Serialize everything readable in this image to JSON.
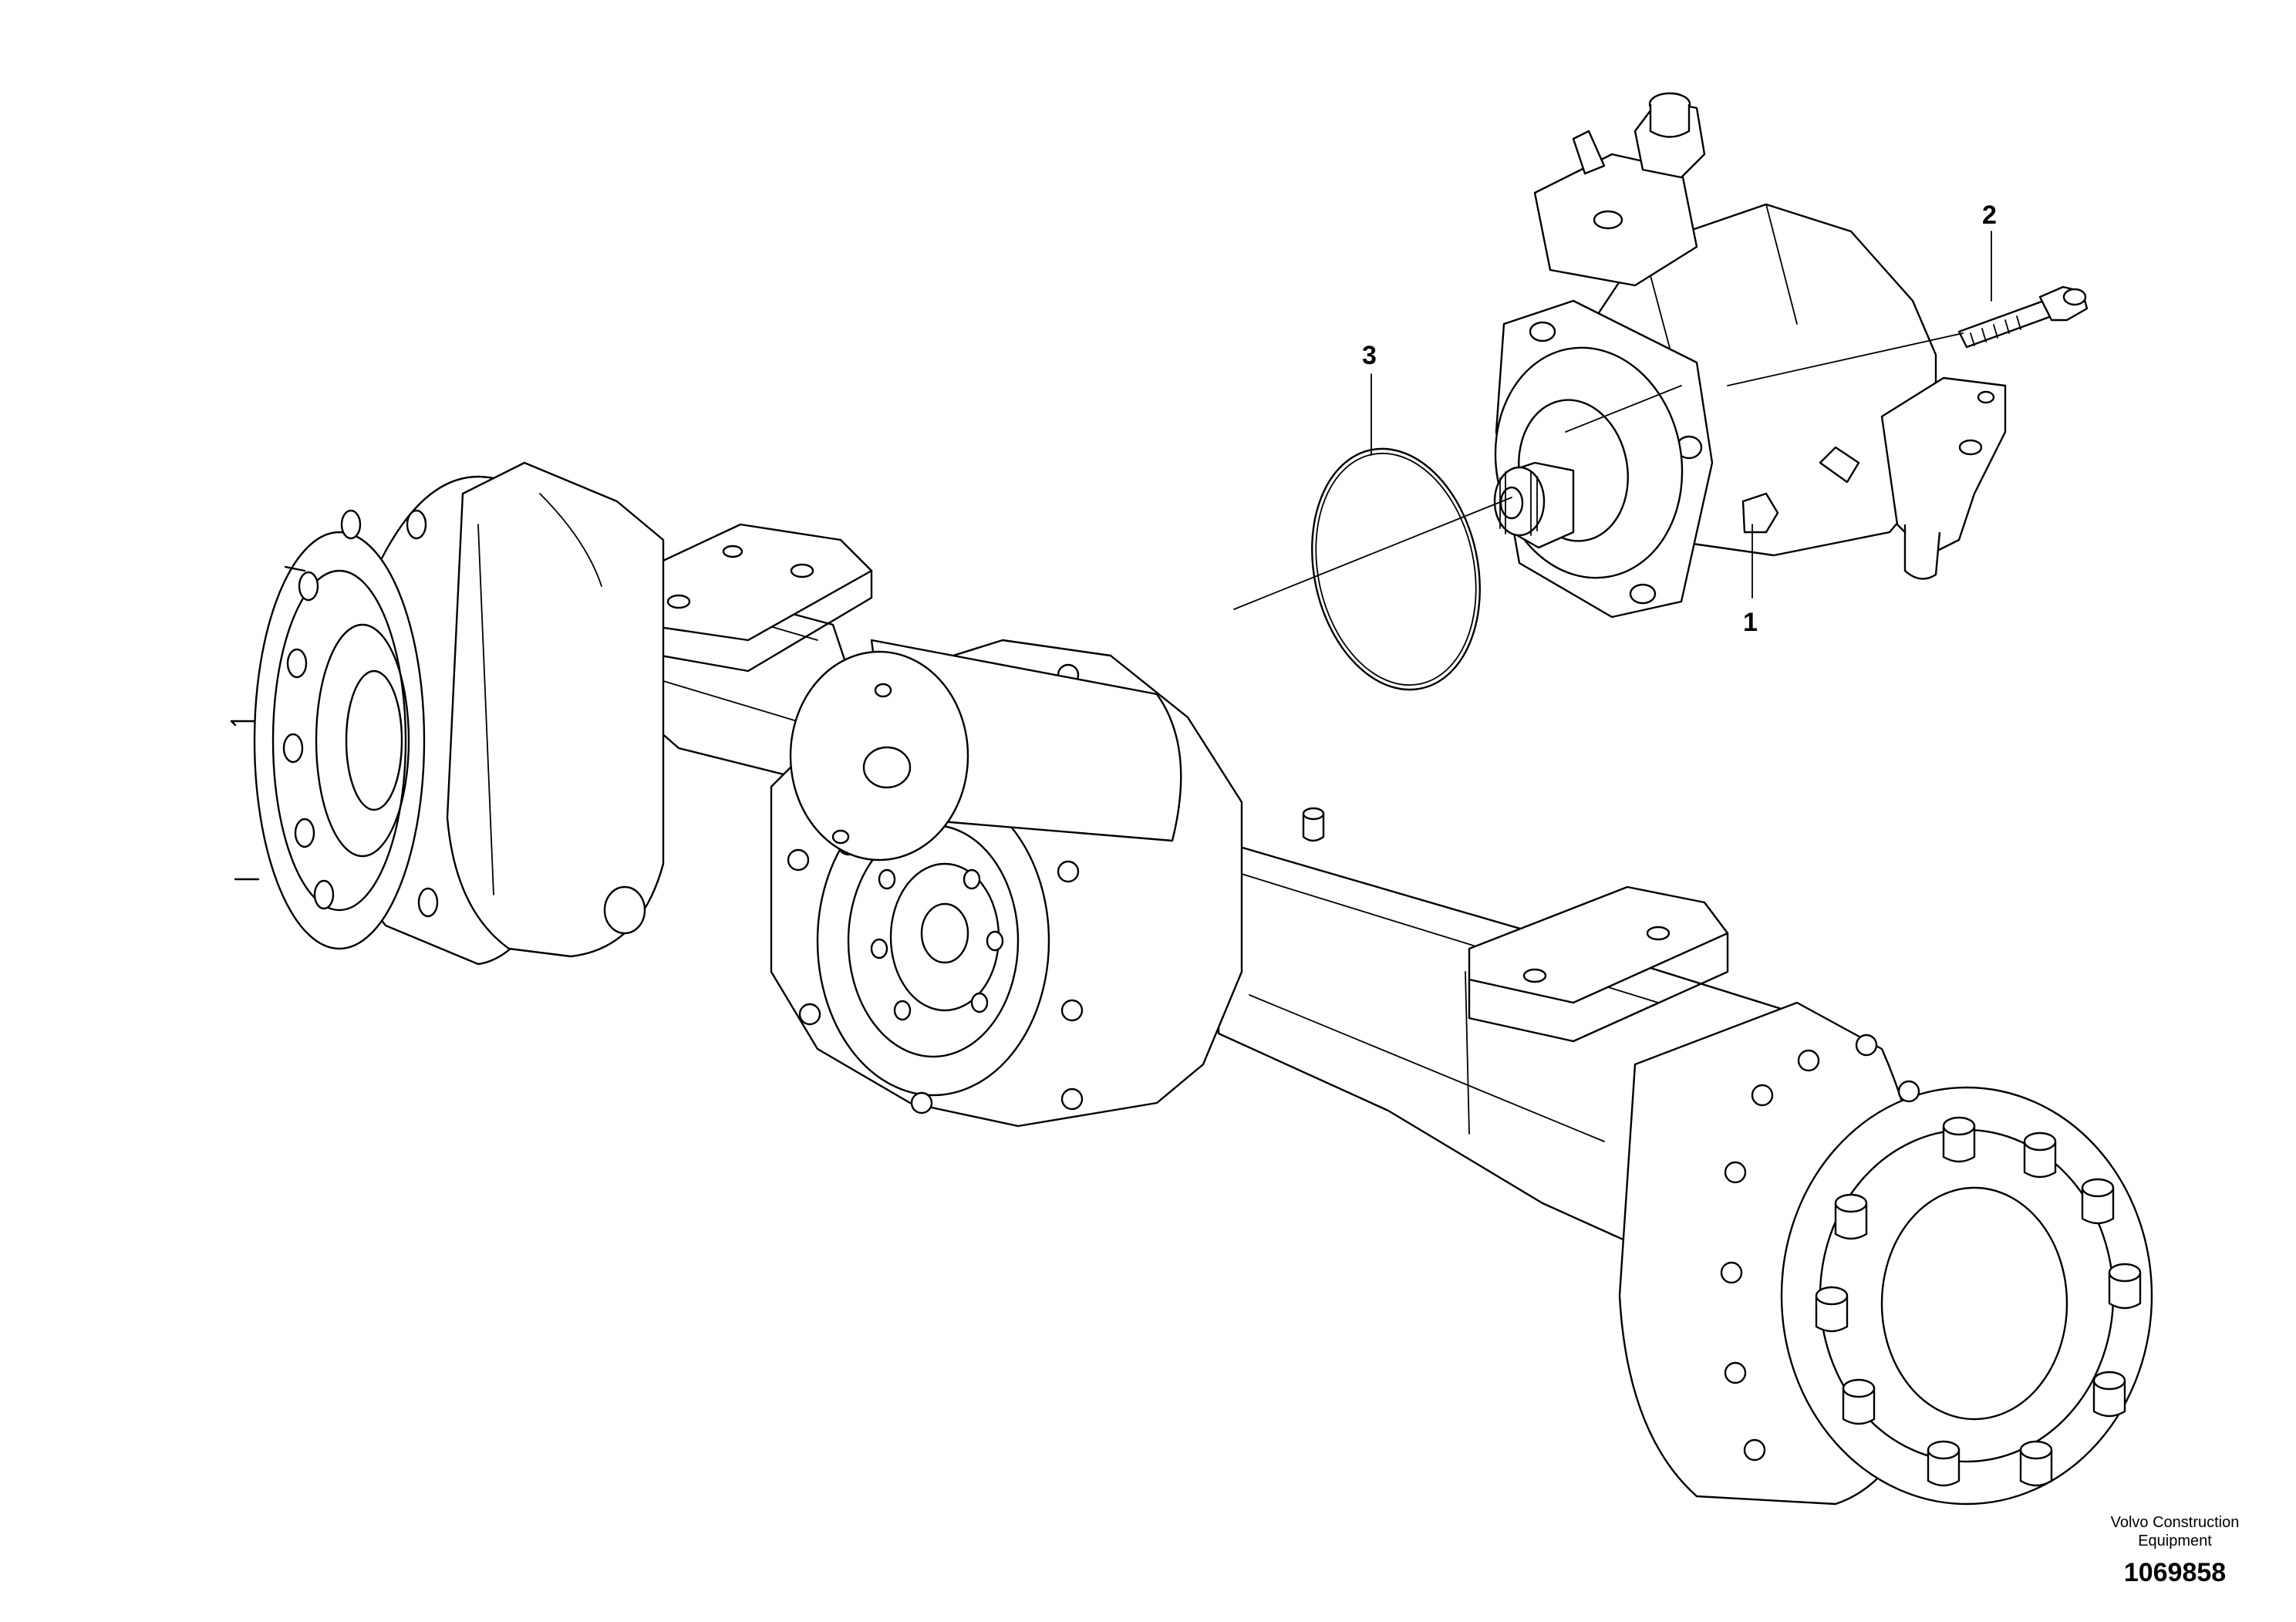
{
  "callouts": [
    {
      "label": "1"
    },
    {
      "label": "2"
    },
    {
      "label": "3"
    }
  ],
  "publisher": {
    "line1": "Volvo Construction",
    "line2": "Equipment"
  },
  "figure_number": "1069858",
  "line_color": "#000000",
  "background_color": "#ffffff"
}
